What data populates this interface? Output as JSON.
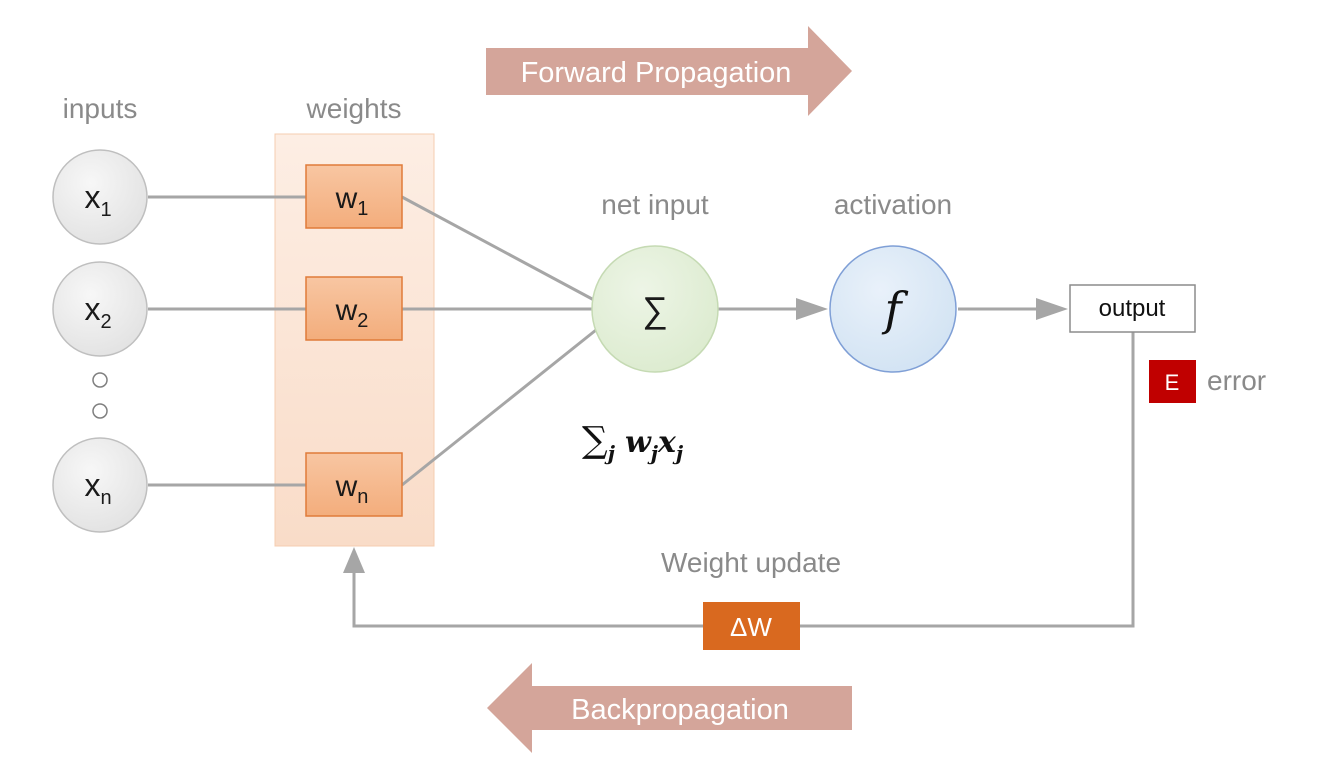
{
  "directions": {
    "forward": "Forward Propagation",
    "backward": "Backpropagation"
  },
  "column_labels": {
    "inputs": "inputs",
    "weights": "weights",
    "net_input": "net input",
    "activation": "activation"
  },
  "inputs": [
    {
      "base": "x",
      "sub": "1"
    },
    {
      "base": "x",
      "sub": "2"
    },
    {
      "base": "x",
      "sub": "n"
    }
  ],
  "weights": [
    {
      "base": "w",
      "sub": "1"
    },
    {
      "base": "w",
      "sub": "2"
    },
    {
      "base": "w",
      "sub": "n"
    }
  ],
  "summation": {
    "symbol": "∑",
    "formula_sum": "∑",
    "formula_index": "j",
    "formula_w": "w",
    "formula_w_index": "j",
    "formula_x": "x",
    "formula_x_index": "j"
  },
  "activation_symbol": "f",
  "output": {
    "label": "output",
    "error_badge": "E",
    "error_label": "error"
  },
  "weight_update": {
    "label": "Weight update",
    "delta_label": "ΔW"
  },
  "colors": {
    "arrow_banner": "#d4a59a",
    "weight_panel": "#fbe5d6",
    "weight_box": "#f4b183",
    "weight_border": "#e07b39",
    "input_circle": "#e9e9e9",
    "sum_circle": "#e2efd9",
    "activation_circle": "#dae8f5",
    "error_badge": "#c00000",
    "delta_box": "#d9691f",
    "connector": "#a6a6a6"
  }
}
